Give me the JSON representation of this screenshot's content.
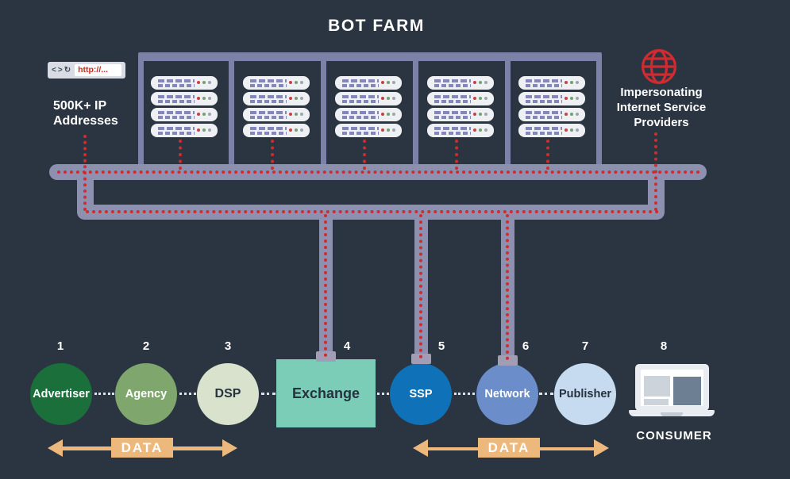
{
  "title": "BOT FARM",
  "palette": {
    "background": "#2b3541",
    "pipe_purple": "#8d90af",
    "bracket_purple": "#7c81a8",
    "red_dotted": "#d02c2c",
    "accent_tan": "#edb87c",
    "globe_red": "#cf2b30",
    "url_red": "#c42a25"
  },
  "browser_bar": {
    "back_icon": "<",
    "forward_icon": ">",
    "refresh_icon": "↻",
    "url": "http://..."
  },
  "labels": {
    "ip_line1": "500K+ IP",
    "ip_line2": "Addresses",
    "isp_line1": "Impersonating",
    "isp_line2": "Internet Service",
    "isp_line3": "Providers"
  },
  "bot_farm": {
    "rack_count": 5,
    "units_per_rack": 4
  },
  "nodes": [
    {
      "number": "1",
      "label": "Advertiser",
      "color": "#1a6f3a"
    },
    {
      "number": "2",
      "label": "Agency",
      "color": "#7fa76d"
    },
    {
      "number": "3",
      "label": "DSP",
      "color": "#d8e2cc"
    },
    {
      "number": "4",
      "label": "Exchange",
      "color": "#7ccdb8"
    },
    {
      "number": "5",
      "label": "SSP",
      "color": "#0f72b8"
    },
    {
      "number": "6",
      "label": "Network",
      "color": "#6b8ecb"
    },
    {
      "number": "7",
      "label": "Publisher",
      "color": "#c6daf0"
    },
    {
      "number": "8",
      "label": "CONSUMER"
    }
  ],
  "data_arrows": [
    {
      "label": "DATA"
    },
    {
      "label": "DATA"
    }
  ]
}
